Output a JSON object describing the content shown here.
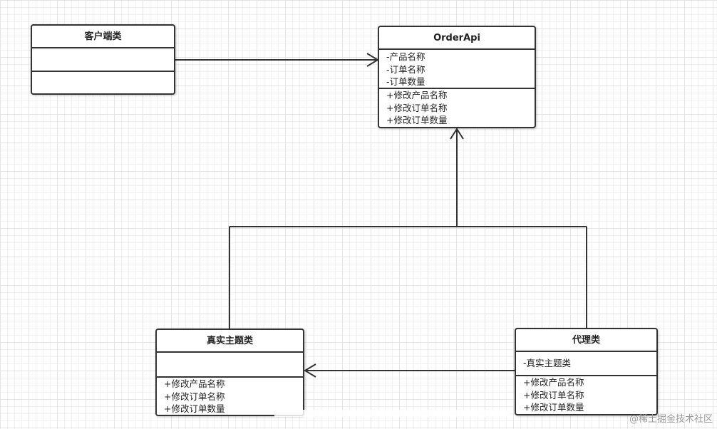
{
  "diagram": {
    "classes": {
      "client": {
        "name": "客户端类",
        "attributes": [],
        "methods": []
      },
      "order_api": {
        "name": "OrderApi",
        "attributes": [
          "-产品名称",
          "-订单名称",
          "-订单数量"
        ],
        "methods": [
          "+修改产品名称",
          "+修改订单名称",
          "+修改订单数量"
        ]
      },
      "real_subject": {
        "name": "真实主题类",
        "attributes": [],
        "methods": [
          "+修改产品名称",
          "+修改订单名称",
          "+修改订单数量"
        ]
      },
      "proxy": {
        "name": "代理类",
        "attributes": [
          "-真实主题类"
        ],
        "methods": [
          "+修改产品名称",
          "+修改订单名称",
          "+修改订单数量"
        ]
      }
    },
    "relations": [
      {
        "from": "客户端类",
        "to": "OrderApi",
        "kind": "association"
      },
      {
        "from": "真实主题类",
        "to": "OrderApi",
        "kind": "realization"
      },
      {
        "from": "代理类",
        "to": "OrderApi",
        "kind": "realization"
      },
      {
        "from": "代理类",
        "to": "真实主题类",
        "kind": "association"
      }
    ]
  },
  "watermark": "@稀土掘金技术社区"
}
